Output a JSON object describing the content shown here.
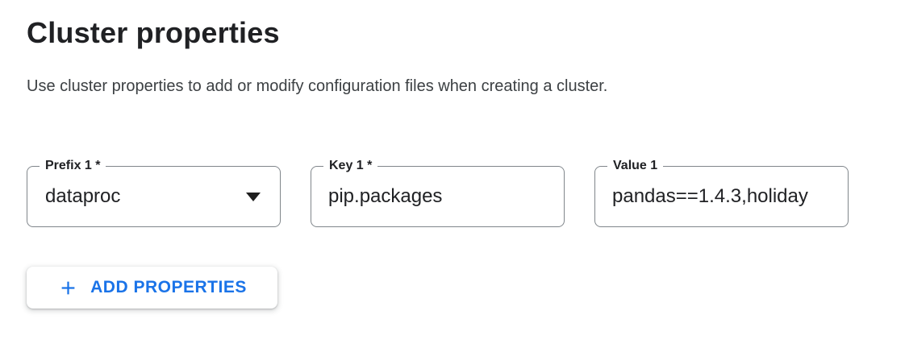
{
  "page": {
    "title": "Cluster properties",
    "description": "Use cluster properties to add or modify configuration files when creating a cluster."
  },
  "property_row": {
    "prefix": {
      "label": "Prefix 1 *",
      "value": "dataproc",
      "icon": "dropdown-arrow-icon"
    },
    "key": {
      "label": "Key 1 *",
      "value": "pip.packages"
    },
    "value": {
      "label": "Value 1",
      "value": "pandas==1.4.3,holiday"
    }
  },
  "actions": {
    "add_properties_label": "ADD PROPERTIES",
    "add_icon": "plus-icon"
  },
  "colors": {
    "accent_blue": "#1a73e8",
    "text_primary": "#202124",
    "text_secondary": "#3c4043",
    "field_border": "#80868b",
    "background": "#ffffff"
  }
}
